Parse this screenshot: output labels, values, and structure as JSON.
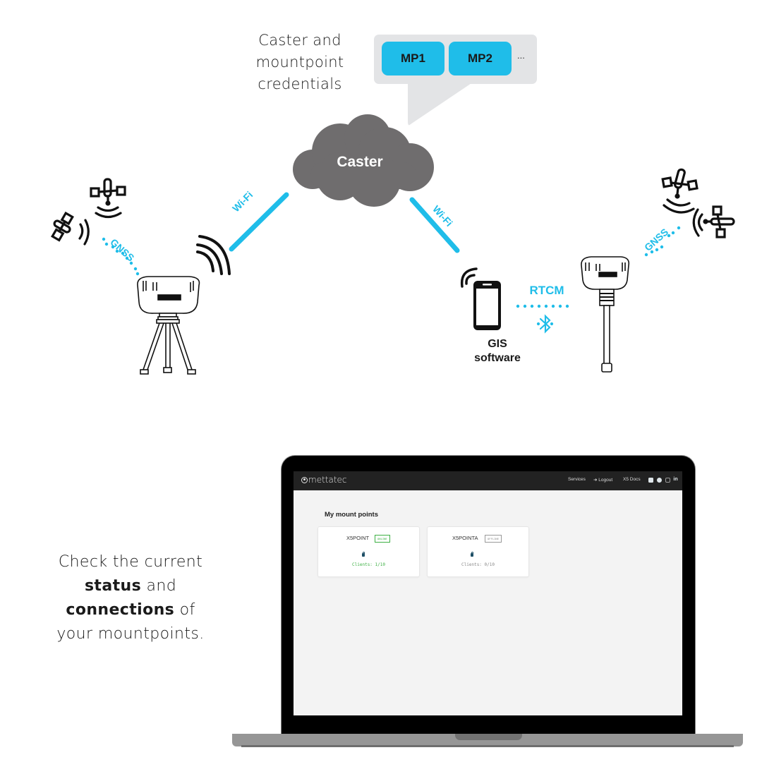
{
  "diagram": {
    "credentials_caption": [
      "Caster and",
      "mountpoint",
      "credentials"
    ],
    "mountpoint_chips": [
      "MP1",
      "MP2"
    ],
    "more_indicator": "...",
    "cloud_label": "Caster",
    "links": {
      "left_wifi": "Wi-Fi",
      "right_wifi": "Wi-Fi",
      "left_gnss": "GNSS",
      "right_gnss": "GNSS",
      "rtcm": "RTCM"
    },
    "gis_label": [
      "GIS",
      "software"
    ],
    "icons": [
      "satellite-icon",
      "wifi-signal-icon",
      "gnss-base-tripod-icon",
      "smartphone-icon",
      "bluetooth-icon",
      "gnss-rover-pole-icon"
    ],
    "colors": {
      "accent": "#1fbde9",
      "cloud": "#6f6d6e",
      "bubble": "#e3e4e6",
      "ink": "#1a1a1a"
    }
  },
  "status_caption": {
    "line1": "Check the current",
    "bold1": "status",
    "text2": " and",
    "bold2": "connections",
    "text3": " of",
    "line4": "your mountpoints."
  },
  "app": {
    "brand": "mettatec",
    "nav": {
      "services": "Services",
      "logout": "Logout",
      "docs": "X5 Docs"
    },
    "social": {
      "youtube": "▶",
      "facebook": "f",
      "instagram": "◎",
      "linkedin": "in"
    },
    "page_title": "My mount points",
    "mountpoints": [
      {
        "name": "X5POINT",
        "status": "ONLINE",
        "clients": "Clients: 1/10"
      },
      {
        "name": "X5POINTA",
        "status": "OFFLINE",
        "clients": "Clients: 0/10"
      }
    ]
  }
}
